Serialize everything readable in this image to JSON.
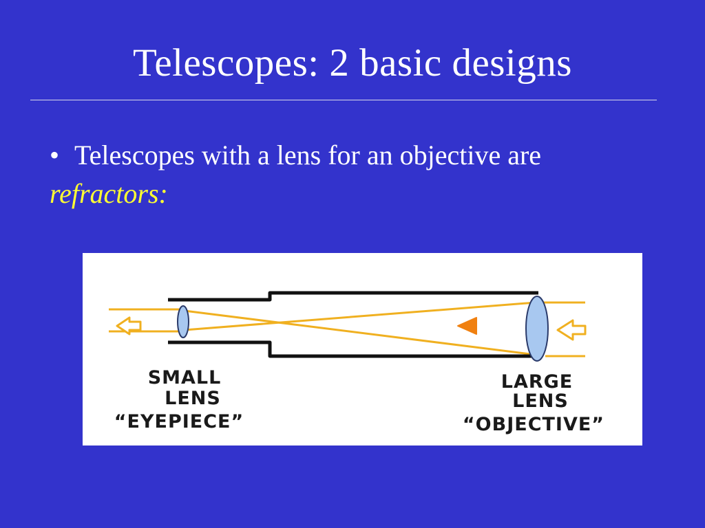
{
  "slide": {
    "title": "Telescopes: 2 basic designs",
    "bullet": {
      "marker": "•",
      "text": "Telescopes with a lens for an objective are",
      "highlight": "refractors",
      "suffix": ":"
    }
  },
  "figure": {
    "left_label": {
      "line1": "SMALL",
      "line2": "LENS",
      "line3": "“EYEPIECE”"
    },
    "right_label": {
      "line1": "LARGE",
      "line2": "LENS",
      "line3": "“OBJECTIVE”"
    }
  },
  "colors": {
    "background": "#3333cc",
    "title_text": "#ffffff",
    "highlight_text": "#ffff33",
    "light_ray": "#f0b020",
    "arrow": "#f08010",
    "lens_fill": "#a8c8f0",
    "tube_outline": "#111111"
  }
}
